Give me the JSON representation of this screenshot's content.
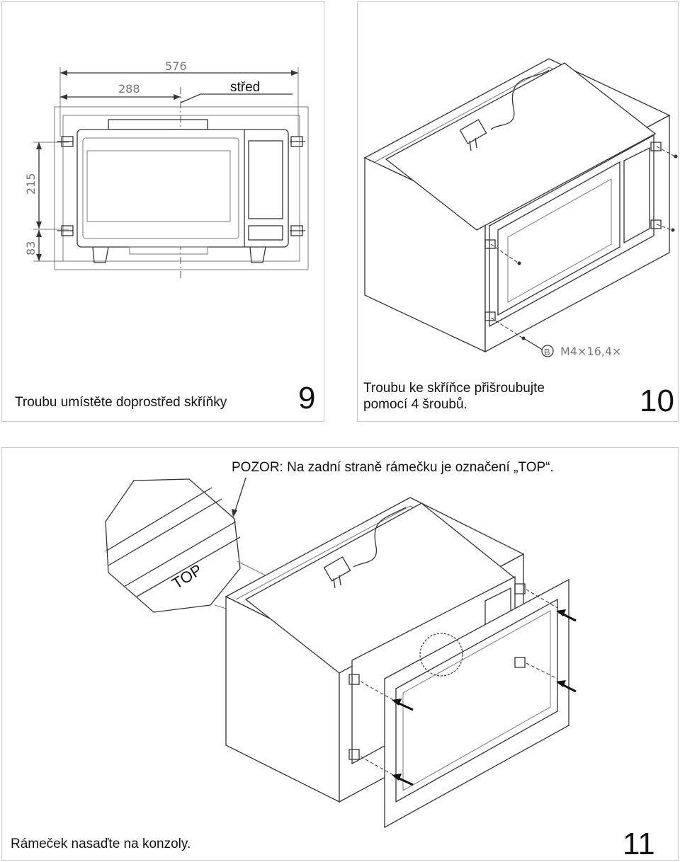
{
  "step9": {
    "number": "9",
    "caption": "Troubu umístěte doprostřed skříňky",
    "dimensions": {
      "width_total": "576",
      "width_half": "288",
      "height_upper": "215",
      "height_lower": "83"
    },
    "center_label": "střed"
  },
  "step10": {
    "number": "10",
    "caption_line1": "Troubu ke skříňce přišroubujte",
    "caption_line2": "pomocí 4 šroubů.",
    "screw_code": "B",
    "screw_spec": "M4×16,4×"
  },
  "step11": {
    "number": "11",
    "warning": "POZOR: Na zadní straně rámečku je označení „TOP“.",
    "top_label": "TOP",
    "caption": "Rámeček nasaďte na konzoly."
  }
}
